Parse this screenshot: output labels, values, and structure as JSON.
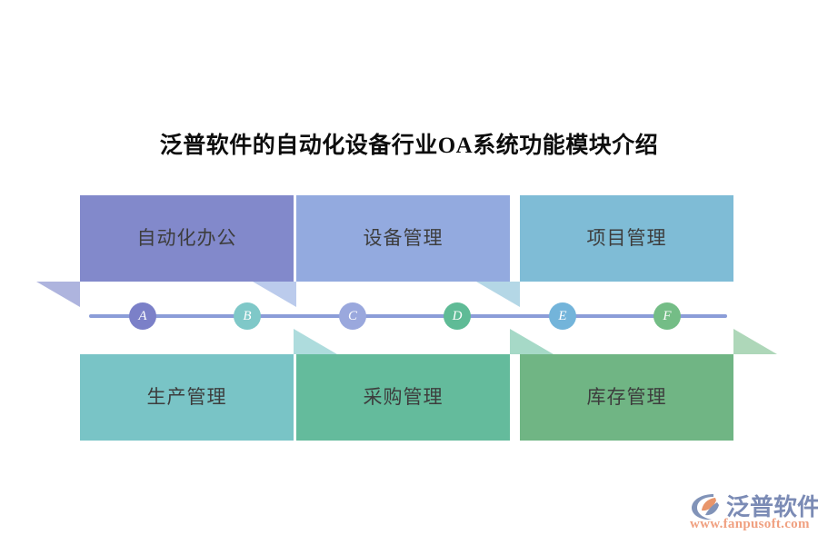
{
  "title": "泛普软件的自动化设备行业OA系统功能模块介绍",
  "chart_data": {
    "type": "diagram",
    "title": "泛普软件的自动化设备行业OA系统功能模块介绍",
    "subtype": "timeline-flow",
    "node_count": 6,
    "categories": [
      "A",
      "B",
      "C",
      "D",
      "E",
      "F"
    ],
    "values": [
      "自动化办公",
      "设备管理",
      "项目管理",
      "生产管理",
      "采购管理",
      "库存管理"
    ],
    "legend_position": "none",
    "grid": false
  },
  "timeline": {
    "line_color": "#8b9dd8",
    "nodes": [
      {
        "letter": "A",
        "color": "#7b80c8"
      },
      {
        "letter": "B",
        "color": "#7fc8c8"
      },
      {
        "letter": "C",
        "color": "#9aa8dd"
      },
      {
        "letter": "D",
        "color": "#5fbb96"
      },
      {
        "letter": "E",
        "color": "#73b4da"
      },
      {
        "letter": "F",
        "color": "#74bd86"
      }
    ]
  },
  "boxes": {
    "top": [
      {
        "label": "自动化办公",
        "color": "#8289cb",
        "tail_color": "#aeb4de"
      },
      {
        "label": "设备管理",
        "color": "#93aadf",
        "tail_color": "#bbcbec"
      },
      {
        "label": "项目管理",
        "color": "#7fbcd6",
        "tail_color": "#b4d7e6"
      }
    ],
    "bottom": [
      {
        "label": "生产管理",
        "color": "#79c4c6",
        "tail_color": "#aedcdd"
      },
      {
        "label": "采购管理",
        "color": "#64bb9c",
        "tail_color": "#a6d9c7"
      },
      {
        "label": "库存管理",
        "color": "#70b584",
        "tail_color": "#aed7b9"
      }
    ]
  },
  "logo": {
    "brand": "泛普软件",
    "url": "www.fanpusoft.com",
    "mark_color": "#8193b8",
    "mark_accent": "#e8956a",
    "brand_color": "#7b8bb5",
    "url_color": "#f0a080"
  }
}
